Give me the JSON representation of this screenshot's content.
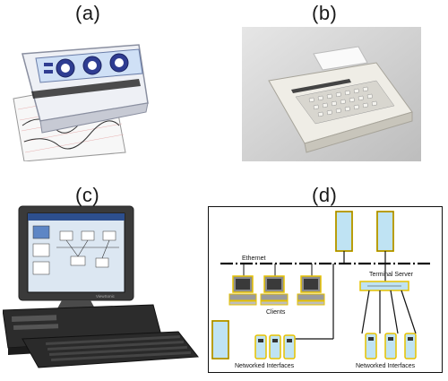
{
  "labels": {
    "a": "(a)",
    "b": "(b)",
    "c": "(c)",
    "d": "(d)"
  },
  "diagram": {
    "ethernet": "Ethernet",
    "terminal_server": "Terminal Server",
    "clients": "Clients",
    "networked_interfaces_left": "Networked Interfaces",
    "networked_interfaces_right": "Networked Interfaces"
  },
  "monitor": {
    "brand": "ViewSonic"
  },
  "colors": {
    "server_fill": "#bfe3f3",
    "server_outline": "#e6c200",
    "line": "#111111"
  }
}
